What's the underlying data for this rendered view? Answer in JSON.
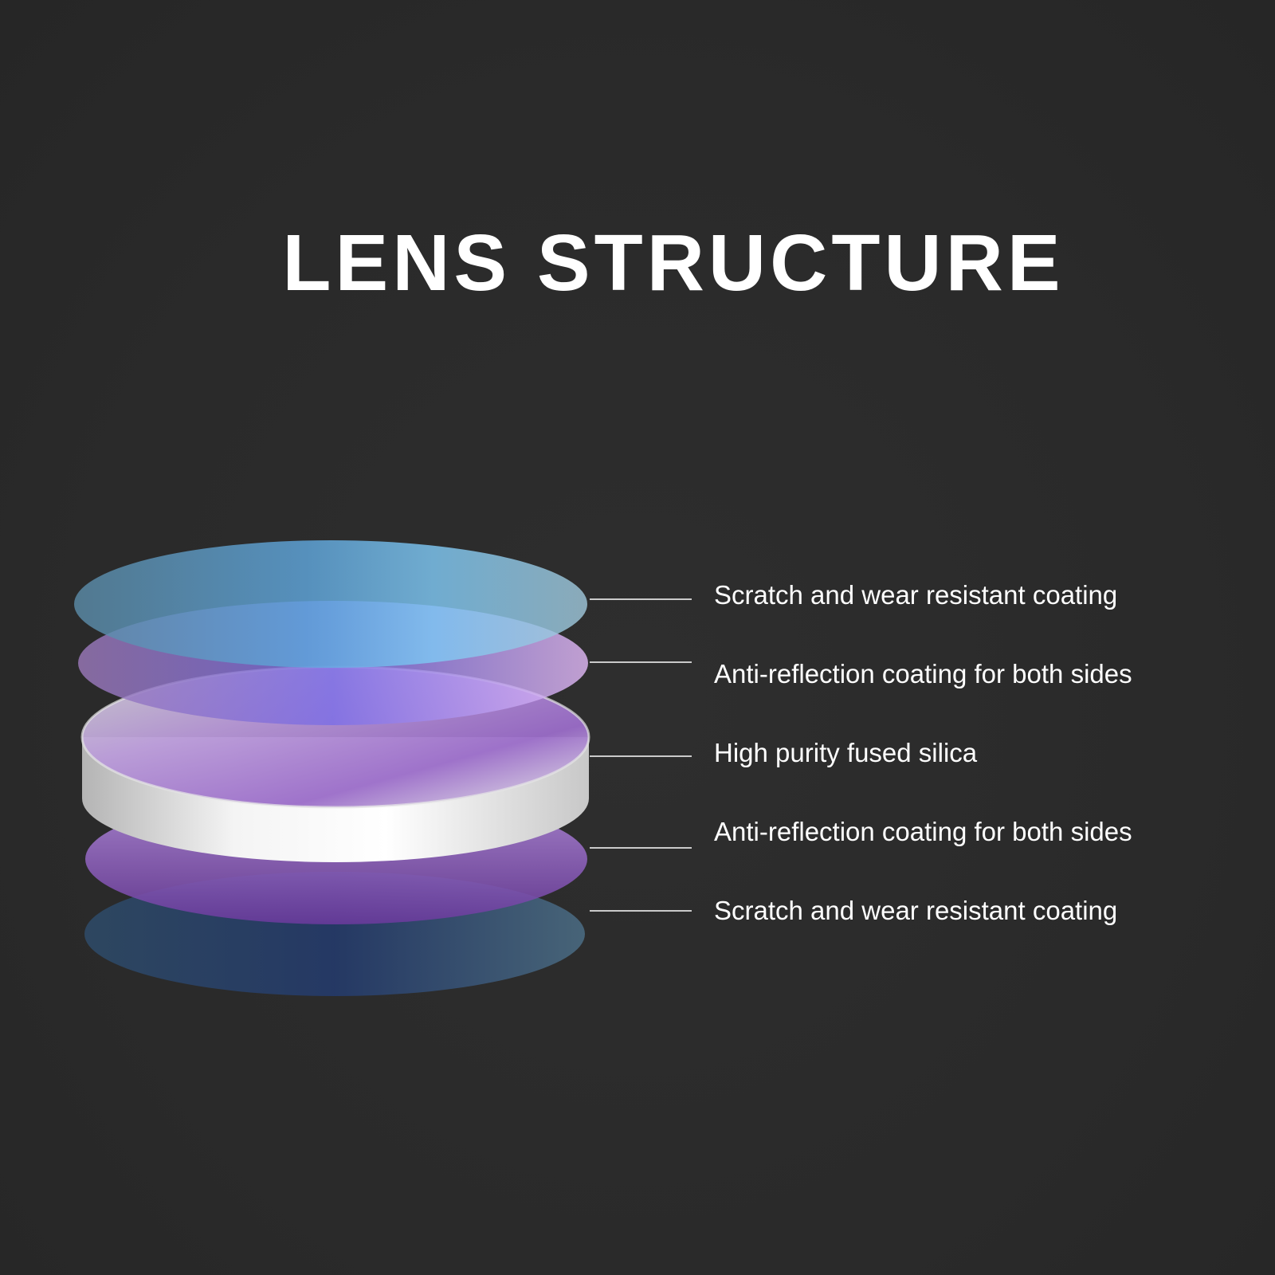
{
  "title": "LENS STRUCTURE",
  "layers": [
    {
      "label": "Scratch and wear resistant coating",
      "color": "#8fb8cf"
    },
    {
      "label": "Anti-reflection coating for both sides",
      "color": "#c9a6e6"
    },
    {
      "label": "High purity fused silica",
      "color": "#e2e2e2"
    },
    {
      "label": "Anti-reflection coating for both sides",
      "color": "#a37fd0"
    },
    {
      "label": "Scratch and wear resistant coating",
      "color": "#3e5c78"
    }
  ],
  "colors": {
    "background": "#2b2b2b",
    "text": "#ffffff",
    "leader_line": "#ffffff"
  }
}
